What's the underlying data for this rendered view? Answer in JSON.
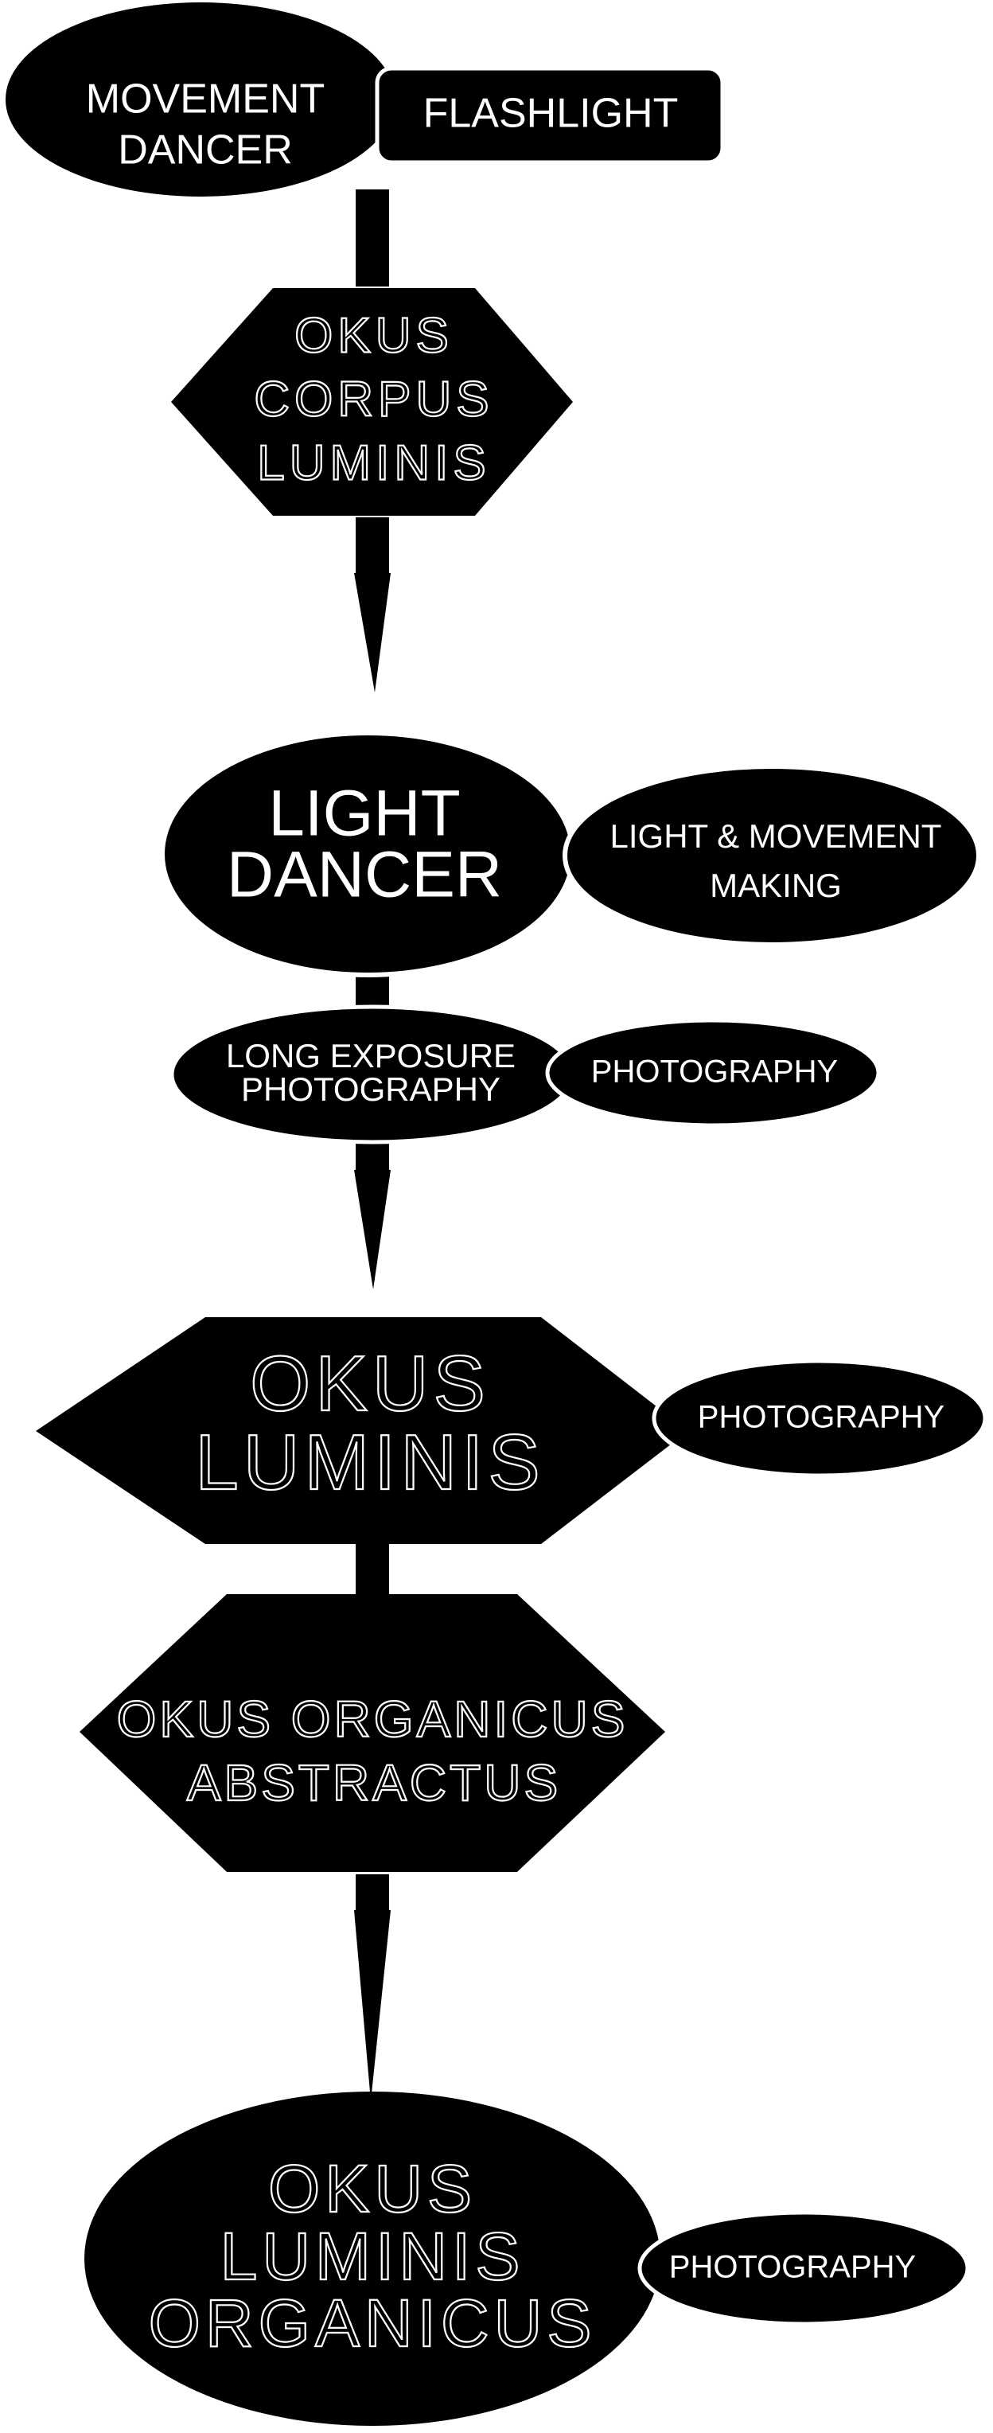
{
  "colors": {
    "shape_fill": "#000000",
    "text": "#ffffff",
    "background": "#ffffff"
  },
  "nodes": {
    "movement_dancer": {
      "lines": [
        "MOVEMENT",
        "DANCER"
      ]
    },
    "flashlight": {
      "label": "FLASHLIGHT"
    },
    "okus_corpus_luminis": {
      "lines": [
        "OKUS",
        "CORPUS",
        "LUMINIS"
      ]
    },
    "light_dancer": {
      "lines": [
        "LIGHT",
        "DANCER"
      ]
    },
    "light_movement_making": {
      "lines": [
        "LIGHT & MOVEMENT",
        "MAKING"
      ]
    },
    "long_exposure": {
      "lines": [
        "LONG EXPOSURE",
        "PHOTOGRAPHY"
      ]
    },
    "photography_1": {
      "label": "PHOTOGRAPHY"
    },
    "okus_luminis": {
      "lines": [
        "OKUS",
        "LUMINIS"
      ]
    },
    "photography_2": {
      "label": "PHOTOGRAPHY"
    },
    "okus_organicus_abstractus": {
      "lines": [
        "OKUS ORGANICUS",
        "ABSTRACTUS"
      ]
    },
    "okus_luminis_organicus": {
      "lines": [
        "OKUS",
        "LUMINIS",
        "ORGANICUS"
      ]
    },
    "photography_3": {
      "label": "PHOTOGRAPHY"
    }
  }
}
